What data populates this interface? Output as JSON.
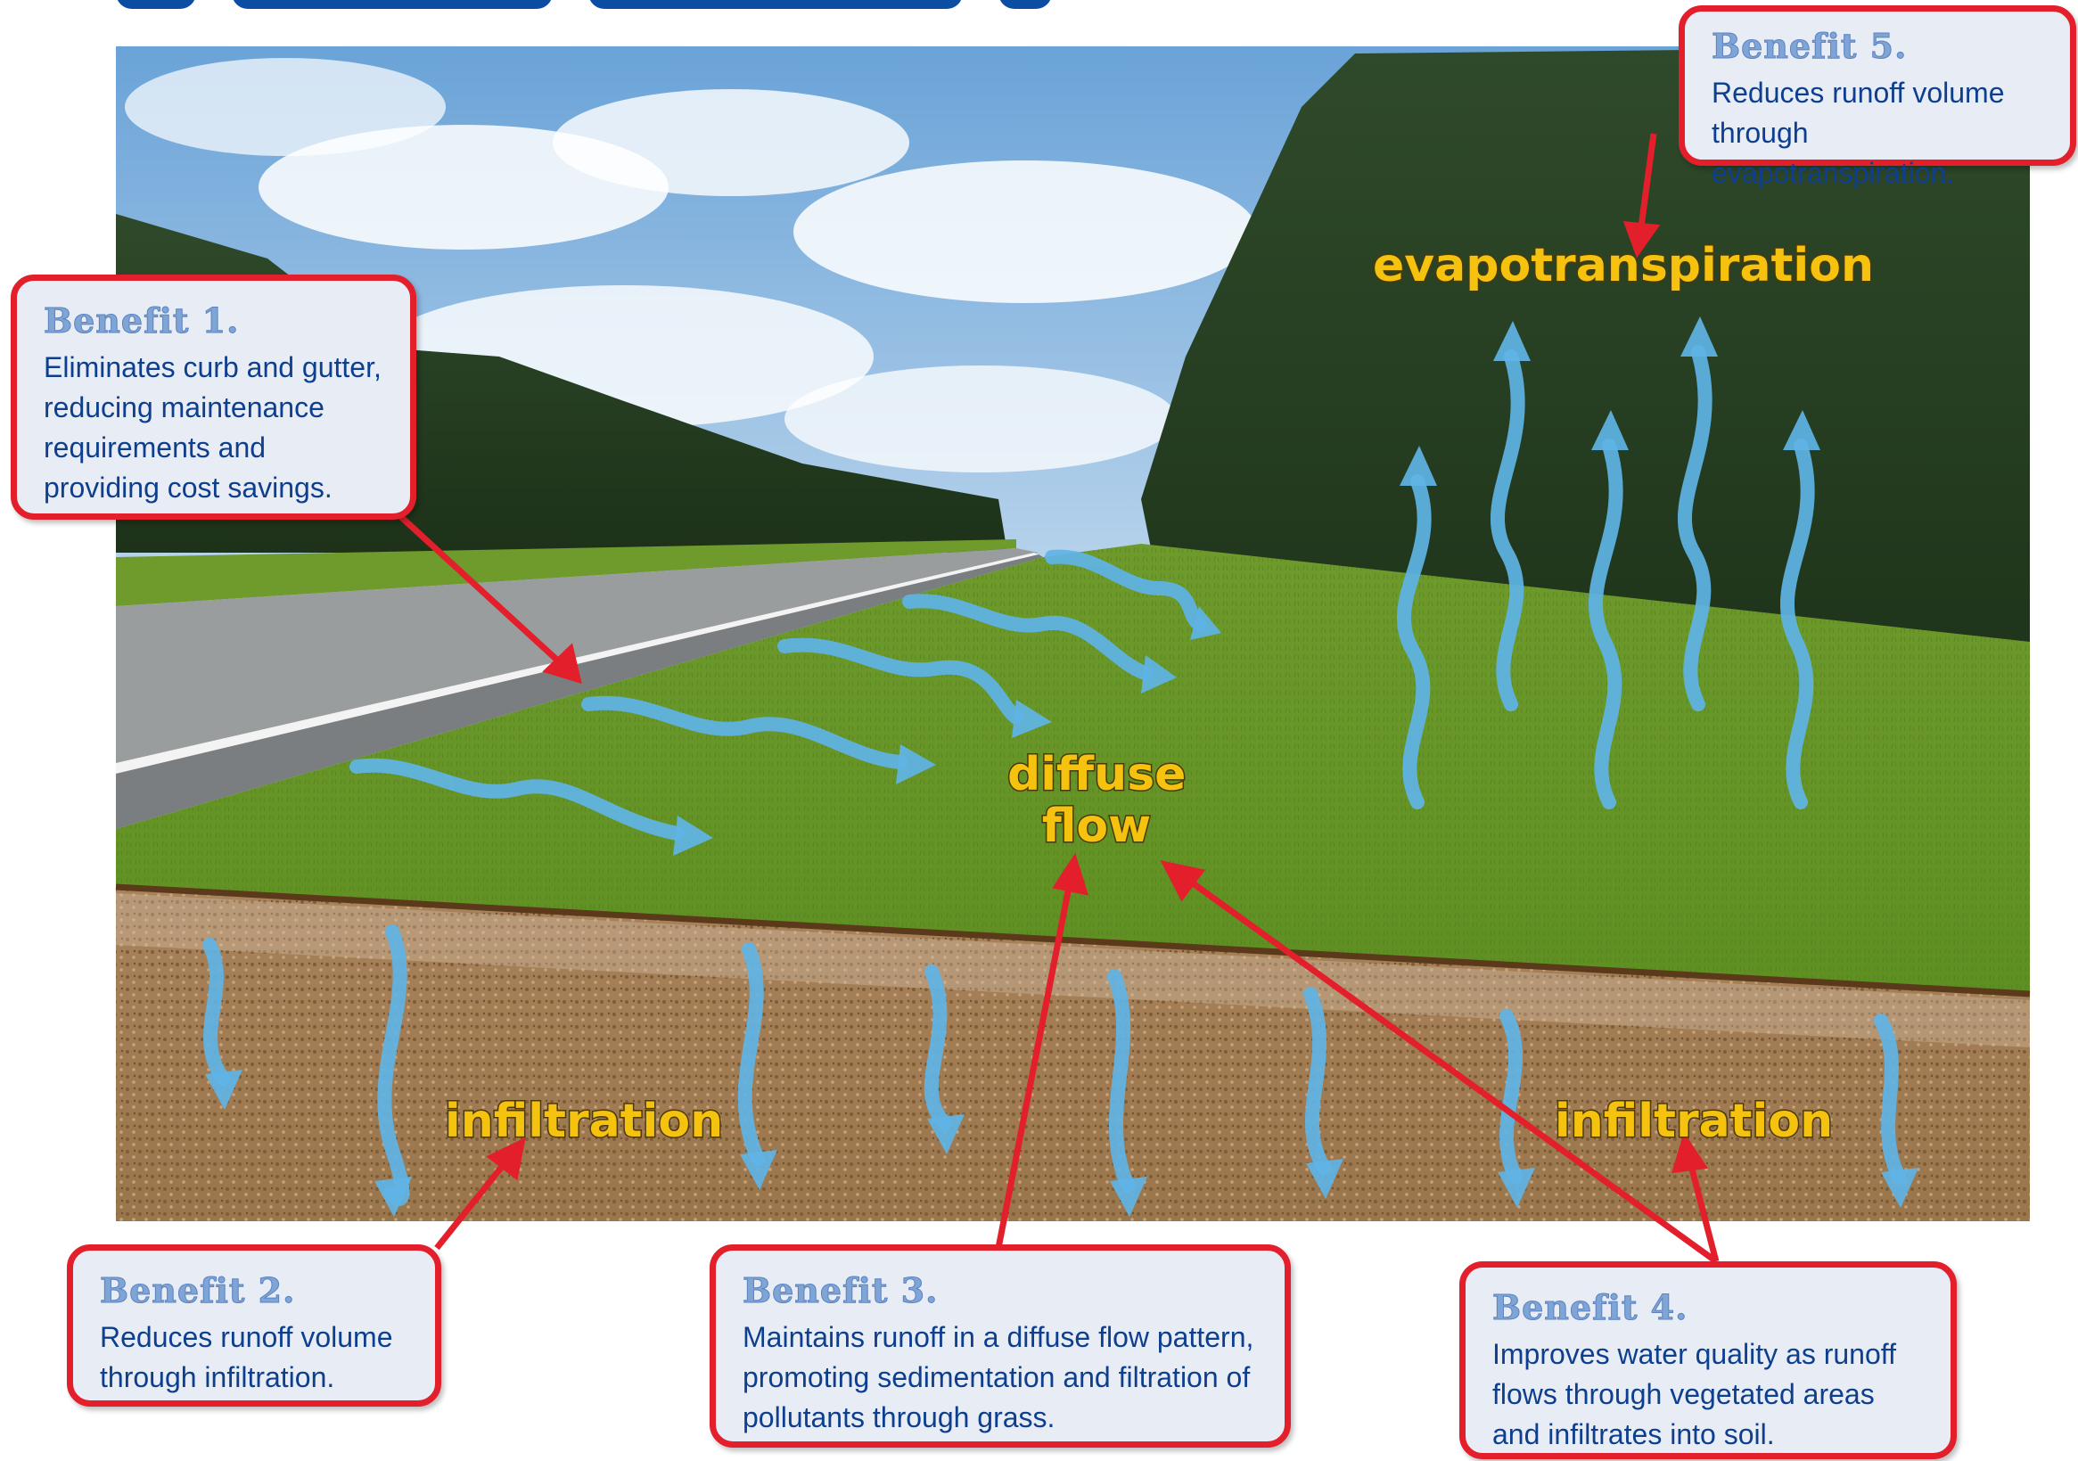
{
  "callouts": [
    {
      "title": "Benefit 1.",
      "body": "Eliminates curb and gutter, reducing maintenance requirements and providing cost savings."
    },
    {
      "title": "Benefit 2.",
      "body": "Reduces runoff volume through infiltration."
    },
    {
      "title": "Benefit 3.",
      "body": "Maintains runoff in a diffuse flow pattern, promoting sedimentation and filtration of pollutants through grass."
    },
    {
      "title": "Benefit 4.",
      "body": "Improves water quality as runoff flows through vegetated areas and infiltrates into soil."
    },
    {
      "title": "Benefit 5.",
      "body": "Reduces runoff volume through evapotranspiration."
    }
  ],
  "labels": {
    "evapotranspiration": "evapotranspiration",
    "diffuse_flow_line1": "diffuse",
    "diffuse_flow_line2": "flow",
    "infiltration_left": "infiltration",
    "infiltration_right": "infiltration"
  },
  "colors": {
    "callout_border": "#e21f2b",
    "callout_fill": "#e8edf5",
    "label_fill": "#f4c20f",
    "water_arrow": "#5fb4e6",
    "title_blue": "#0a4da2"
  }
}
